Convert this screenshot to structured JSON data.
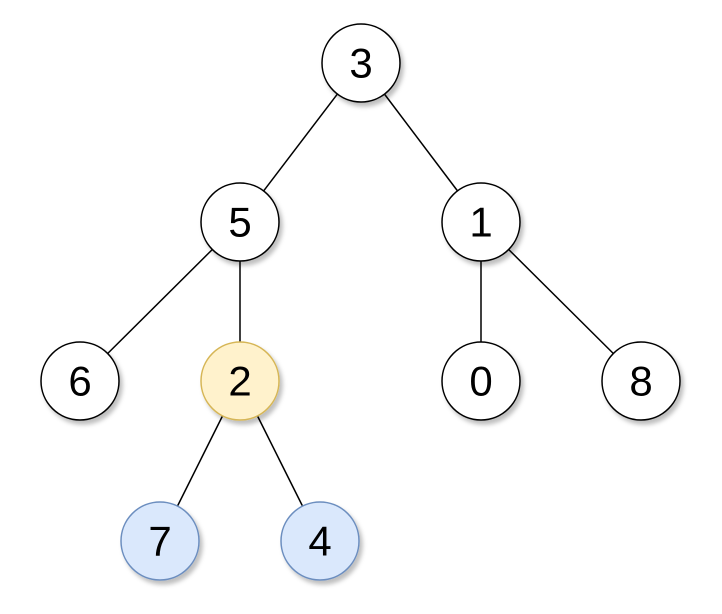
{
  "tree": {
    "nodes": [
      {
        "id": "n3",
        "label": "3",
        "style": "default"
      },
      {
        "id": "n5",
        "label": "5",
        "style": "default"
      },
      {
        "id": "n1",
        "label": "1",
        "style": "default"
      },
      {
        "id": "n6",
        "label": "6",
        "style": "default"
      },
      {
        "id": "n2",
        "label": "2",
        "style": "highlight"
      },
      {
        "id": "n0",
        "label": "0",
        "style": "default"
      },
      {
        "id": "n8",
        "label": "8",
        "style": "default"
      },
      {
        "id": "n7",
        "label": "7",
        "style": "leaf-blue"
      },
      {
        "id": "n4",
        "label": "4",
        "style": "leaf-blue"
      }
    ],
    "edges": [
      {
        "from": "n3",
        "to": "n5"
      },
      {
        "from": "n3",
        "to": "n1"
      },
      {
        "from": "n5",
        "to": "n6"
      },
      {
        "from": "n5",
        "to": "n2"
      },
      {
        "from": "n1",
        "to": "n0"
      },
      {
        "from": "n1",
        "to": "n8"
      },
      {
        "from": "n2",
        "to": "n7"
      },
      {
        "from": "n2",
        "to": "n4"
      }
    ]
  },
  "colors": {
    "default_fill": "#ffffff",
    "default_stroke": "#000000",
    "highlight_fill": "#fff2cc",
    "highlight_stroke": "#d6b656",
    "leaf_blue_fill": "#dae8fc",
    "leaf_blue_stroke": "#6c8ebf",
    "edge": "#000000"
  }
}
